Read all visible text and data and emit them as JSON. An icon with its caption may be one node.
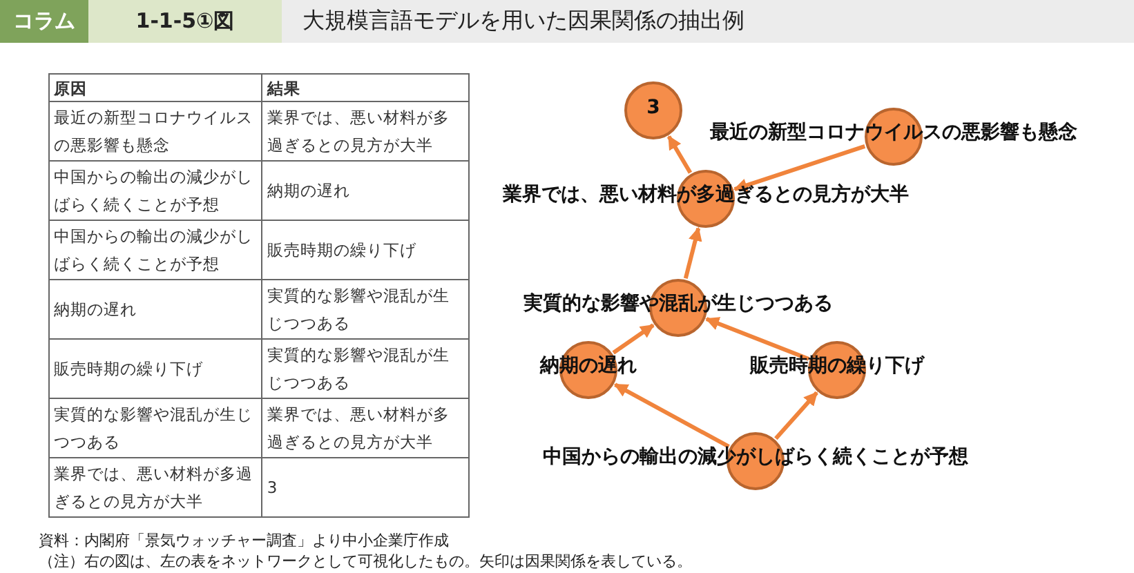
{
  "diagram": {
    "title": "大規模言語モデルを用いた因果関係の抽出例",
    "nodes": [
      {
        "text": [
          "3"
        ]
      },
      {
        "text": [
          "最近の新型コロナウイルスの悪影響も懸念"
        ]
      },
      {
        "text": [
          "業界では、悪い材料が多過ぎるとの見方が大半"
        ]
      },
      {
        "text": [
          "実質的な影響や混乱が生じつつある"
        ]
      },
      {
        "text": [
          "納期の遅れ"
        ]
      },
      {
        "text": [
          "販売時期の繰り下げ"
        ]
      },
      {
        "text": [
          "中国からの輸出の減少がしばらく続くことが予想"
        ]
      }
    ],
    "edges": [
      {
        "from": 2,
        "to": 0,
        "arrow": "to"
      },
      {
        "from": 1,
        "to": 2,
        "arrow": "to"
      },
      {
        "from": 3,
        "to": 2,
        "arrow": "to"
      },
      {
        "from": 4,
        "to": 3,
        "arrow": "to"
      },
      {
        "from": 5,
        "to": 3,
        "arrow": "to"
      },
      {
        "from": 6,
        "to": 4,
        "arrow": "to"
      },
      {
        "from": 6,
        "to": 5,
        "arrow": "to"
      }
    ],
    "labels": [
      "コラム",
      "1-1-5①図",
      "原因",
      "結果",
      "最近の新型コロナウイルスの悪影響も懸念",
      "業界では、悪い材料が多過ぎるとの見方が大半",
      "中国からの輸出の減少がしばらく続くことが予想",
      "納期の遅れ",
      "中国からの輸出の減少がしばらく続くことが予想",
      "販売時期の繰り下げ",
      "納期の遅れ",
      "実質的な影響や混乱が生じつつある",
      "販売時期の繰り下げ",
      "実質的な影響や混乱が生じつつある",
      "実質的な影響や混乱が生じつつある",
      "業界では、悪い材料が多過ぎるとの見方が大半",
      "業界では、悪い材料が多過ぎるとの見方が大半",
      "3",
      "資料：内閣府「景気ウォッチャー調査」より中小企業庁作成",
      "（注）右の図は、左の表をネットワークとして可視化したもの。矢印は因果関係を表している。"
    ]
  }
}
